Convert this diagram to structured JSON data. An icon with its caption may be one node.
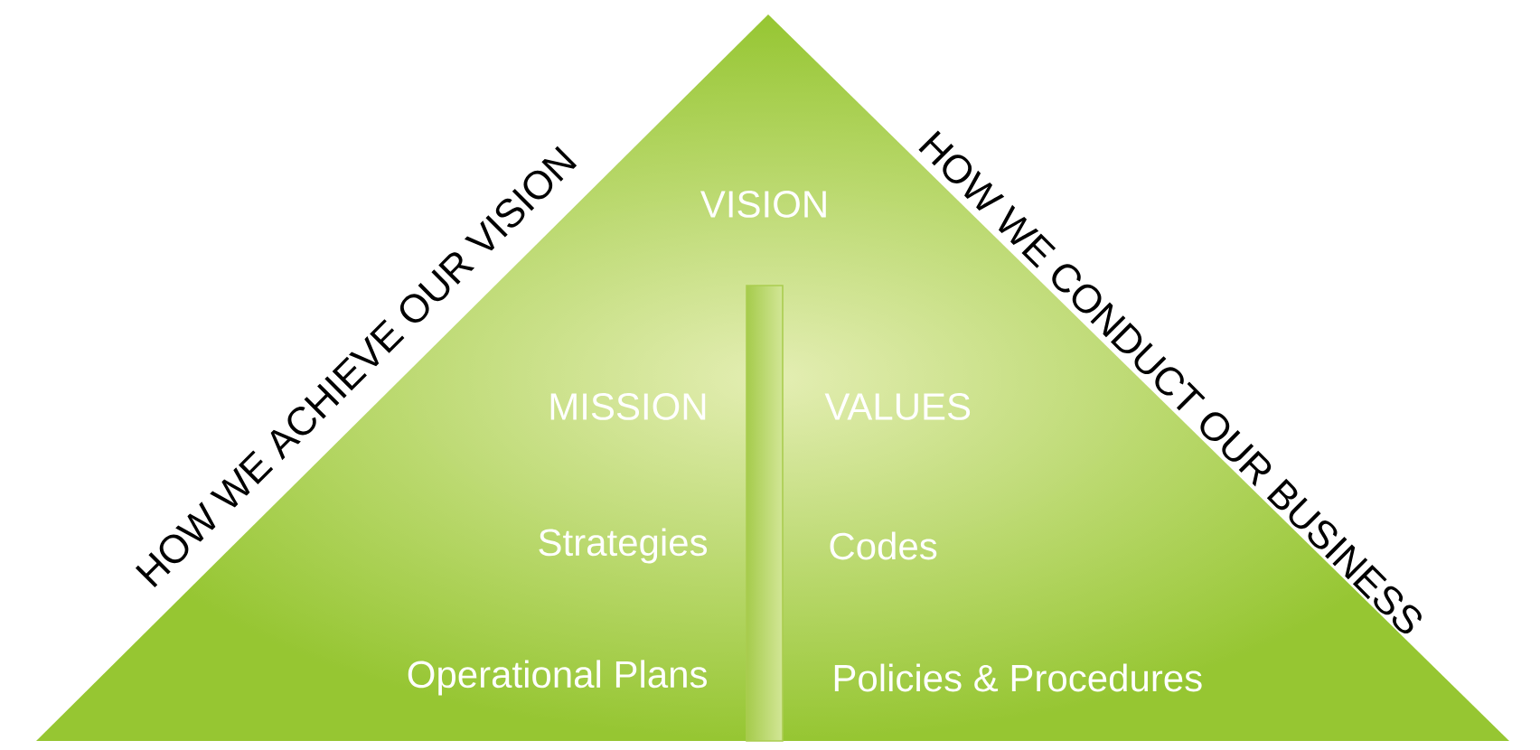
{
  "diagram": {
    "nodes": [
      {
        "text": [
          "VISION",
          "MISSION",
          "Strategies",
          "Operational Plans",
          "VALUES",
          "Codes",
          "Policies & Procedures"
        ]
      }
    ],
    "labels": [
      "HOW WE ACHIEVE OUR VISION",
      "HOW WE CONDUCT OUR BUSINESS"
    ]
  }
}
